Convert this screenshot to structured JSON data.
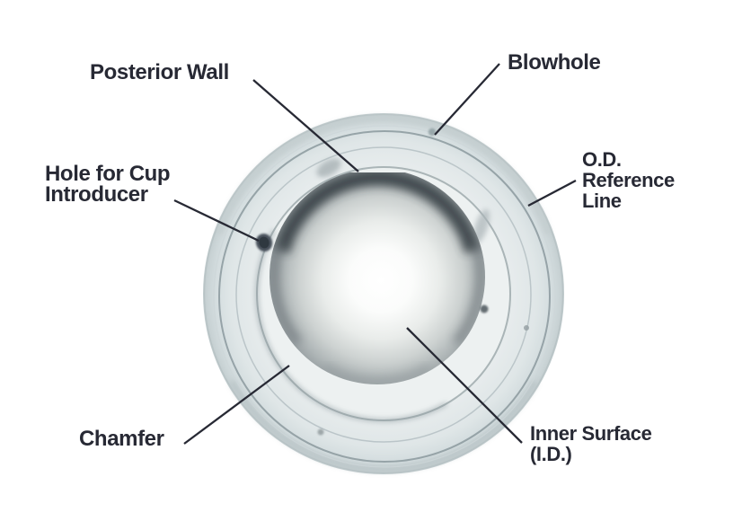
{
  "labels": {
    "posterior_wall": "Posterior Wall",
    "blowhole": "Blowhole",
    "hole_for_cup_introducer": "Hole for Cup\nIntroducer",
    "od_reference_line": "O.D.\nReference\nLine",
    "chamfer": "Chamfer",
    "inner_surface": "Inner Surface\n(I.D.)"
  },
  "colors": {
    "ink": "#272934",
    "cup_base": "#e9eeee",
    "cup_edge": "#c2cccf",
    "cavity_shadow": "#333a3f",
    "cavity_highlight": "#ffffff"
  }
}
